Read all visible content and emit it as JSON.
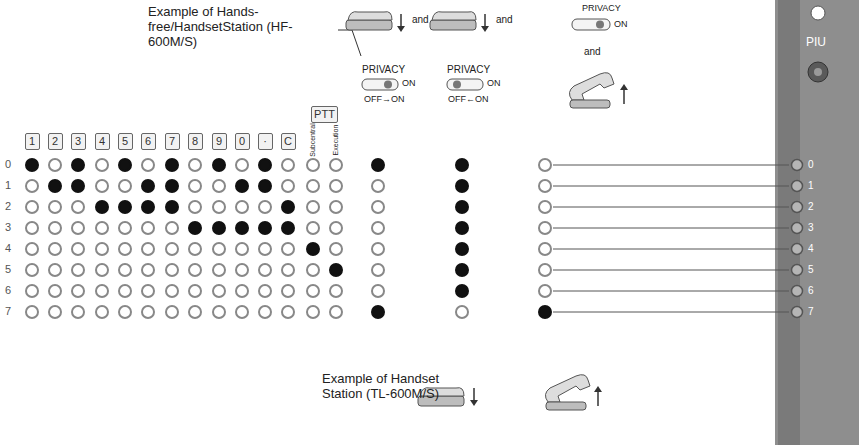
{
  "diagram": {
    "nodes": [
      {
        "text": [
          "1"
        ]
      },
      {
        "text": [
          "2"
        ]
      },
      {
        "text": [
          "3"
        ]
      },
      {
        "text": [
          "4"
        ]
      },
      {
        "text": [
          "5"
        ]
      },
      {
        "text": [
          "6"
        ]
      },
      {
        "text": [
          "7"
        ]
      },
      {
        "text": [
          "8"
        ]
      },
      {
        "text": [
          "9"
        ]
      },
      {
        "text": [
          "0"
        ]
      },
      {
        "text": [
          "·"
        ]
      },
      {
        "text": [
          "C"
        ]
      },
      {
        "text": [
          "PTT"
        ]
      }
    ],
    "labels": [
      "Example of Hands-free/HandsetStation (HF-600M/S)",
      "Subcentral",
      "Execution",
      "and",
      "and",
      "PRIVACY",
      "ON",
      "and",
      "PRIVACY",
      "ON",
      "OFF→ON",
      "PRIVACY",
      "ON",
      "OFF←ON",
      "0",
      "1",
      "2",
      "3",
      "4",
      "5",
      "6",
      "7",
      "0",
      "1",
      "2",
      "3",
      "4",
      "5",
      "6",
      "7",
      "PIU",
      "Example of Handset Station (TL-600M/S)"
    ]
  }
}
